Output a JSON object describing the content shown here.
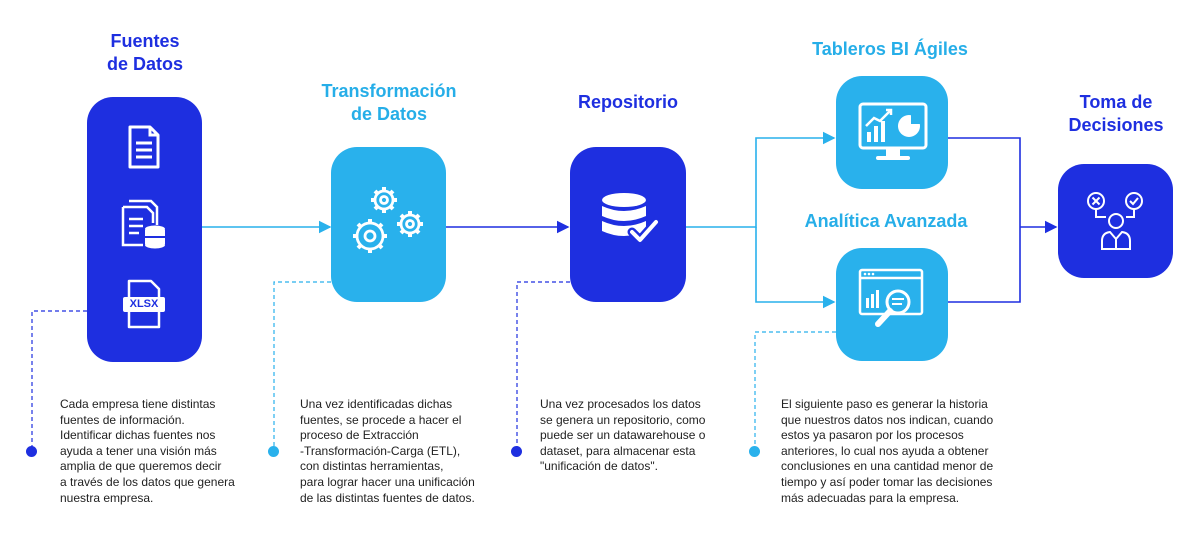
{
  "colors": {
    "dark_blue": "#1e2fe0",
    "light_blue": "#29b1ec"
  },
  "stages": {
    "fuentes": {
      "title_line1": "Fuentes",
      "title_line2": "de Datos",
      "icons": [
        "document-icon",
        "spreadsheet-database-icon",
        "xlsx-file-icon"
      ],
      "xlsx_label": "XLSX"
    },
    "transformacion": {
      "title_line1": "Transformación",
      "title_line2": "de Datos",
      "icons": [
        "gears-icon"
      ]
    },
    "repositorio": {
      "title": "Repositorio",
      "icons": [
        "database-check-icon"
      ]
    },
    "tableros": {
      "title": "Tableros BI Ágiles",
      "icons": [
        "monitor-charts-icon"
      ]
    },
    "analitica": {
      "title": "Analítica Avanzada",
      "icons": [
        "magnifier-analytics-icon"
      ]
    },
    "decisiones": {
      "title_line1": "Toma de",
      "title_line2": "Decisiones",
      "icons": [
        "decision-person-icon"
      ]
    }
  },
  "descriptions": {
    "fuentes": [
      "Cada empresa tiene distintas",
      "fuentes de información.",
      "Identificar dichas fuentes nos",
      "ayuda a tener una visión más",
      "amplia de que queremos decir",
      "a través de los datos que genera",
      "nuestra empresa."
    ],
    "transformacion": [
      "Una vez identificadas dichas",
      "fuentes, se procede a hacer el",
      "proceso de Extracción",
      "-Transformación-Carga (ETL),",
      "con distintas herramientas,",
      "para lograr hacer una unificación",
      "de las distintas fuentes de datos."
    ],
    "repositorio": [
      "Una vez procesados los datos",
      "se genera un repositorio, como",
      "puede ser un datawarehouse o",
      "dataset, para almacenar esta",
      "\"unificación de datos\"."
    ],
    "final": [
      "El siguiente paso es generar la historia",
      "que nuestros datos nos indican, cuando",
      "estos ya pasaron por los procesos",
      "anteriores, lo cual nos ayuda a obtener",
      "conclusiones en una cantidad menor de",
      "tiempo y así poder tomar las decisiones",
      "más adecuadas para la empresa."
    ]
  }
}
